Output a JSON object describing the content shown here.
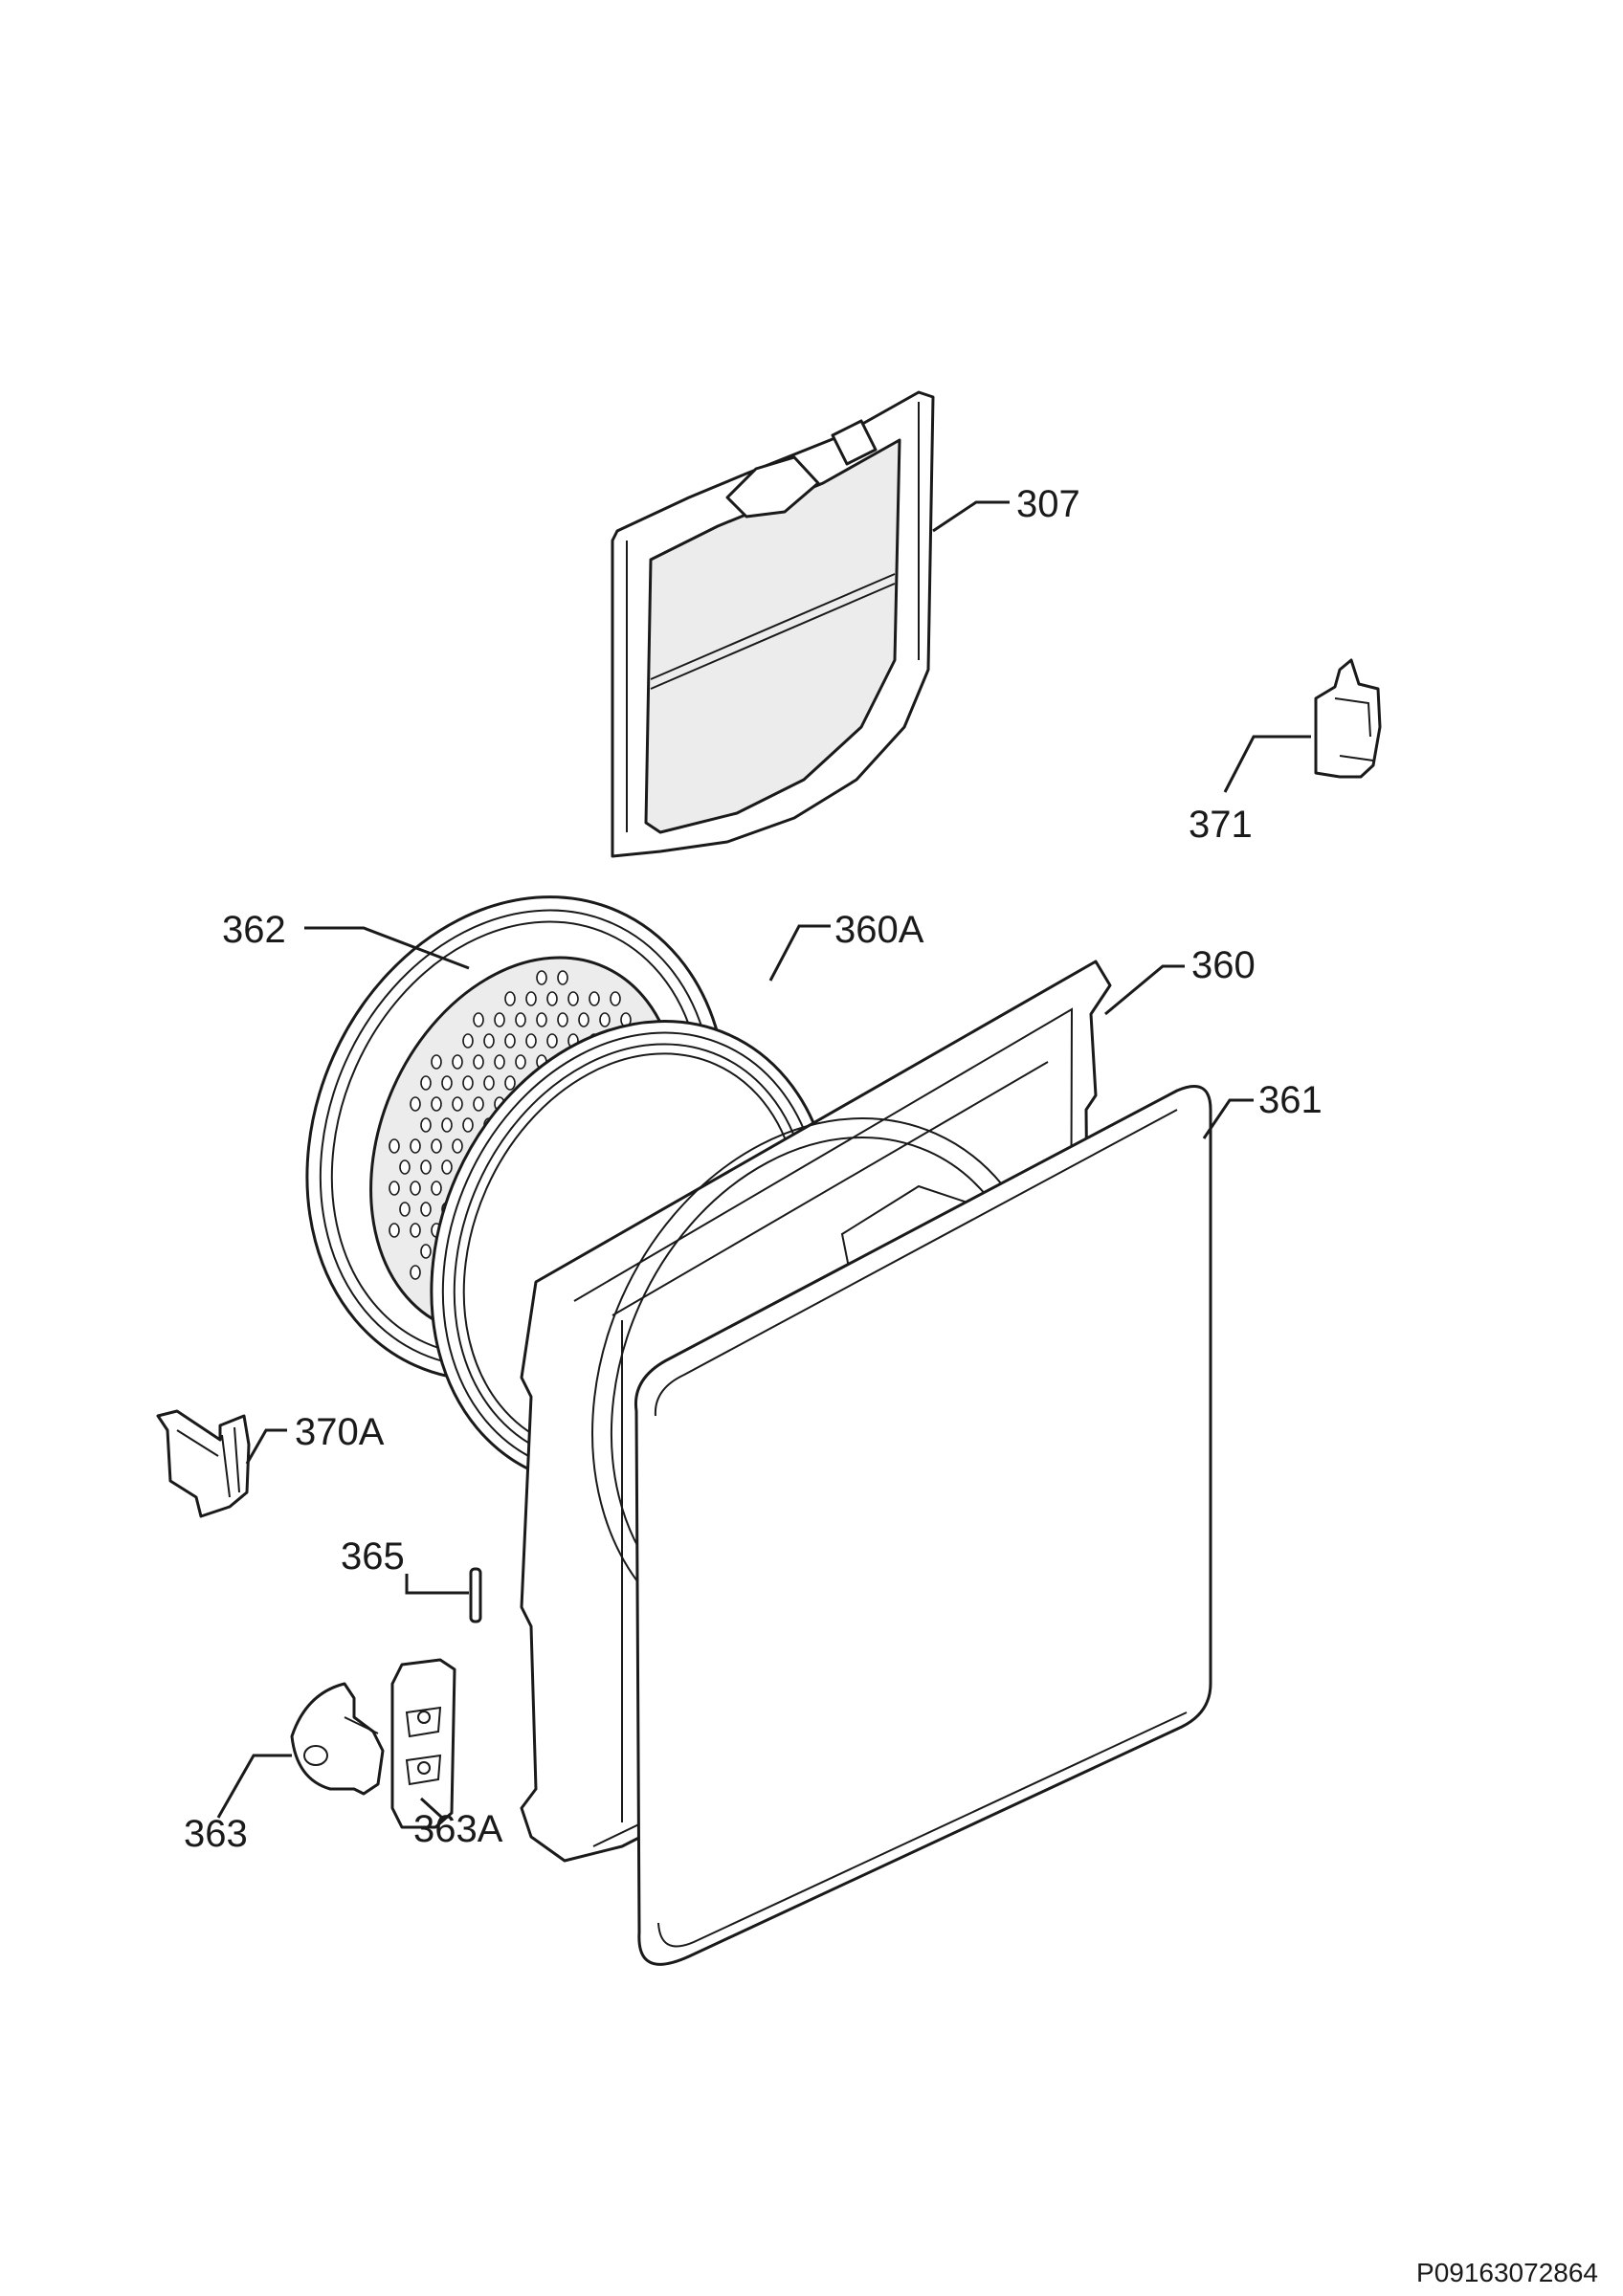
{
  "callouts": [
    {
      "id": "307",
      "label": "307"
    },
    {
      "id": "371",
      "label": "371"
    },
    {
      "id": "362",
      "label": "362"
    },
    {
      "id": "360A",
      "label": "360A"
    },
    {
      "id": "360",
      "label": "360"
    },
    {
      "id": "361",
      "label": "361"
    },
    {
      "id": "370A",
      "label": "370A"
    },
    {
      "id": "365",
      "label": "365"
    },
    {
      "id": "363",
      "label": "363"
    },
    {
      "id": "363A",
      "label": "363A"
    }
  ],
  "reference_code": "P09163072864"
}
